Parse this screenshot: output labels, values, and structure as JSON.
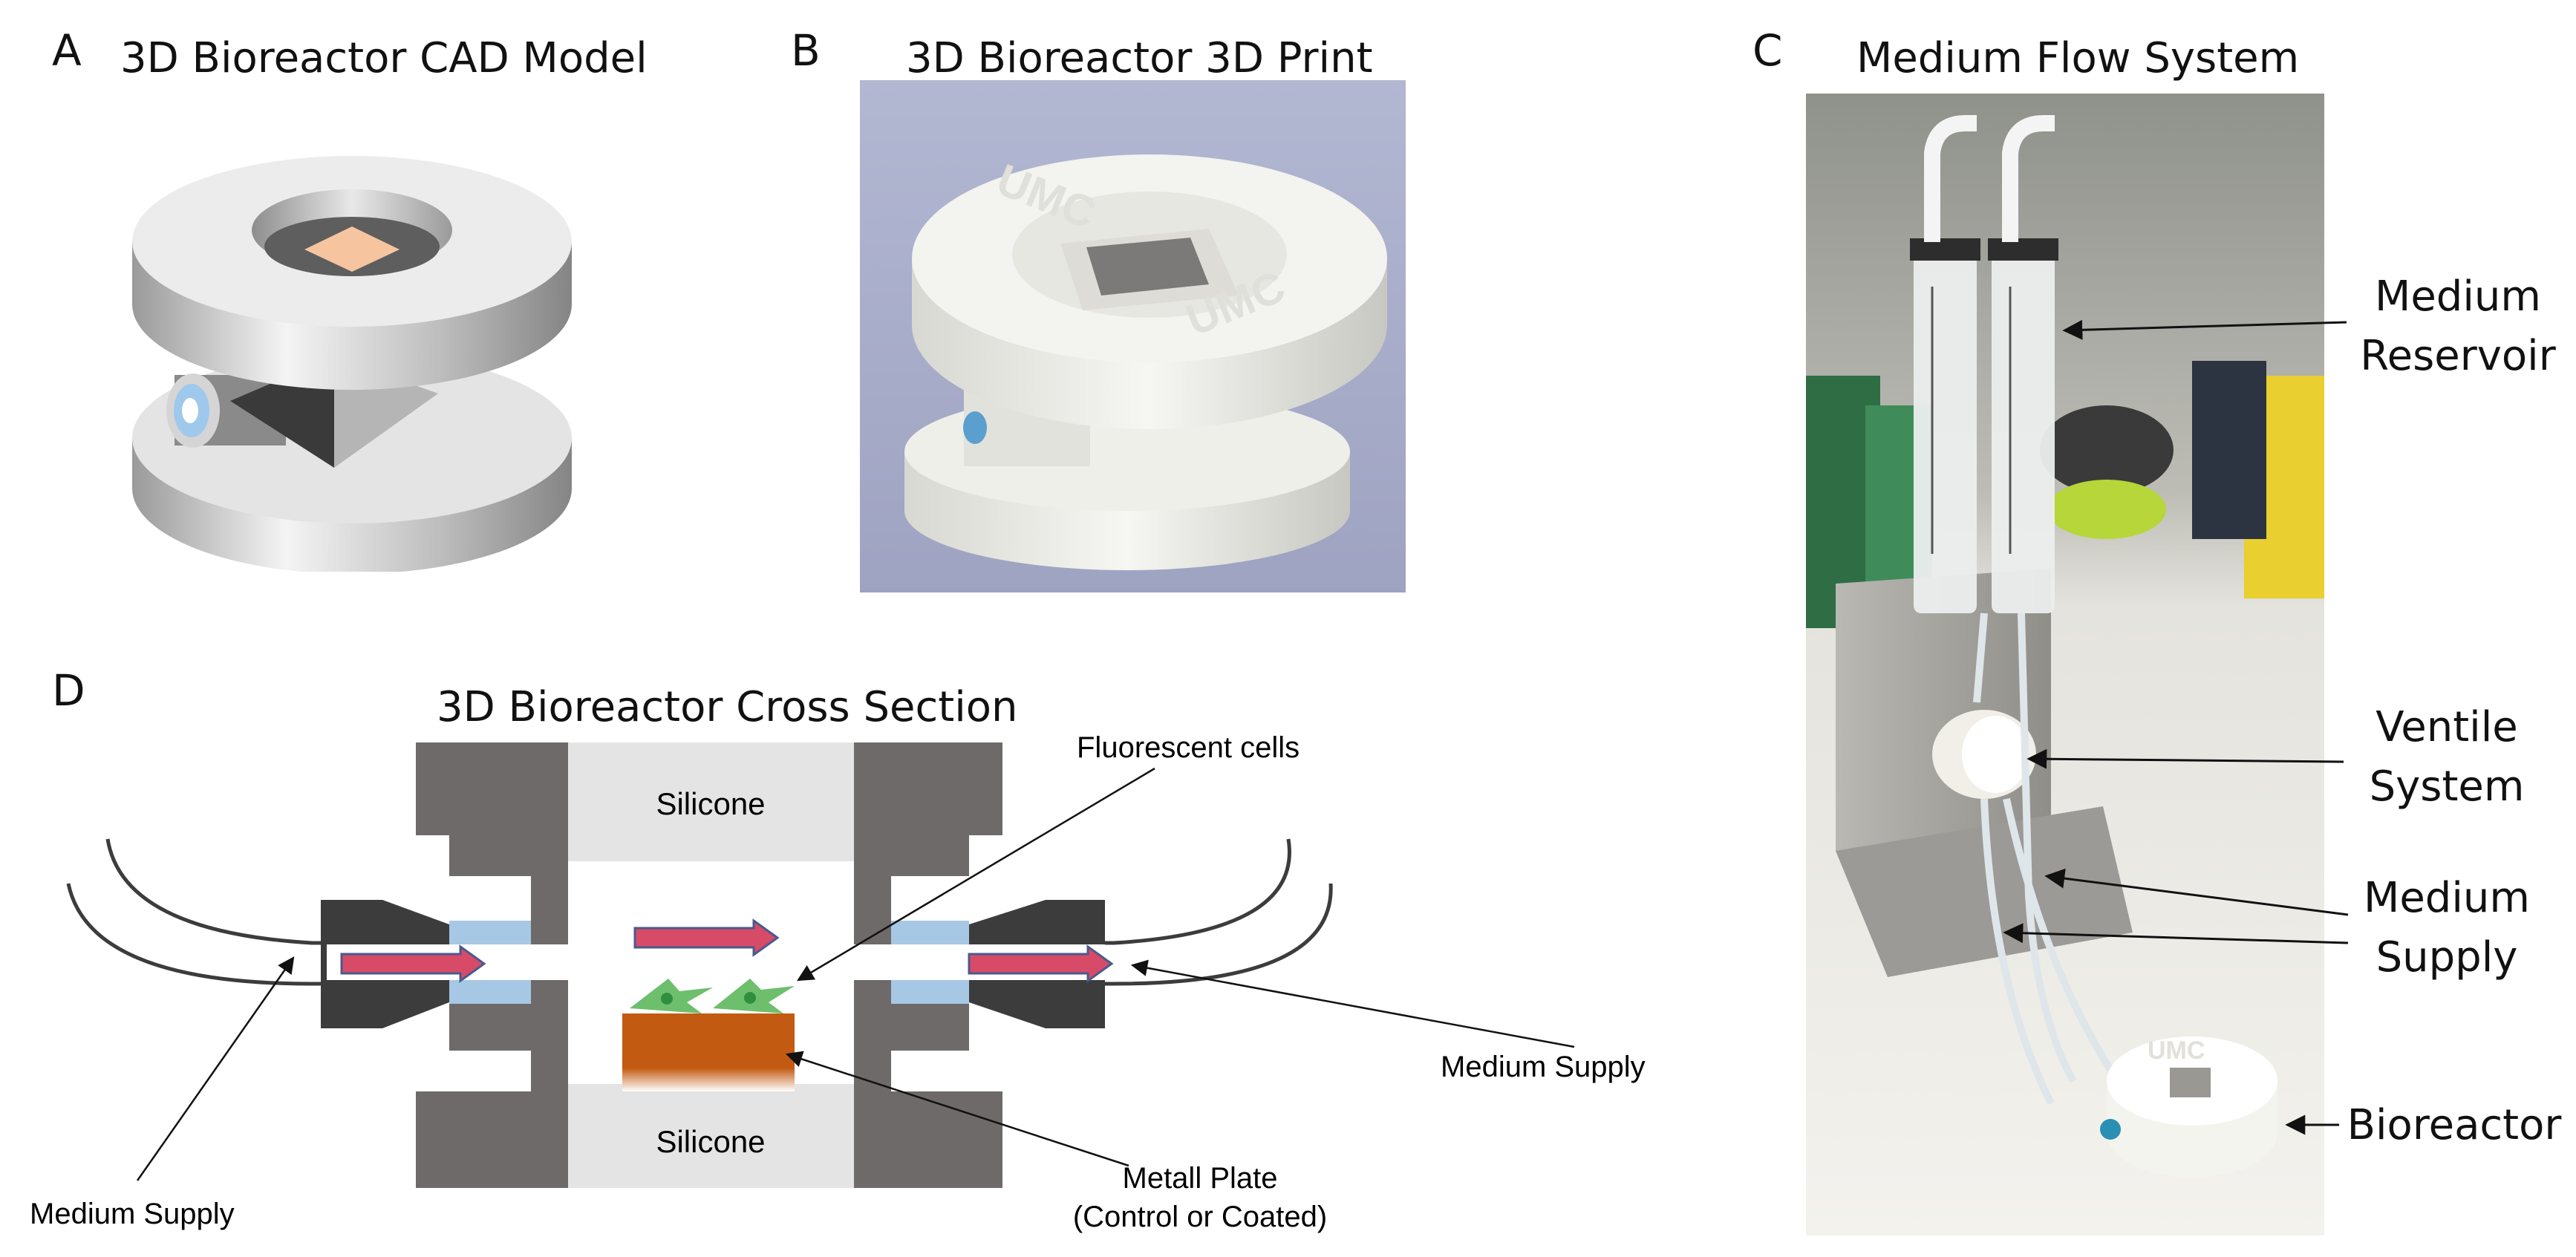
{
  "panels": {
    "a": {
      "letter": "A",
      "title": "3D Bioreactor CAD Model"
    },
    "b": {
      "letter": "B",
      "title": "3D Bioreactor 3D Print",
      "print_text": "UMC"
    },
    "c": {
      "letter": "C",
      "title": "Medium Flow System"
    },
    "d": {
      "letter": "D",
      "title": "3D Bioreactor Cross Section"
    }
  },
  "cross_section": {
    "silicone_top": "Silicone",
    "silicone_bottom": "Silicone",
    "fluorescent_cells": "Fluorescent cells",
    "metal_plate_line1": "Metall Plate",
    "metal_plate_line2": "(Control or Coated)",
    "medium_supply_left": "Medium Supply",
    "medium_supply_right": "Medium Supply"
  },
  "photo_labels": {
    "reservoir_line1": "Medium",
    "reservoir_line2": "Reservoir",
    "ventile_line1": "Ventile",
    "ventile_line2": "System",
    "supply_line1": "Medium",
    "supply_line2": "Supply",
    "bioreactor": "Bioreactor",
    "print_text": "UMC"
  },
  "colors": {
    "frame": "#6e6a69",
    "frame_dark": "#3c3c3c",
    "silicone": "#e4e4e4",
    "window": "#a6c8e4",
    "arrow": "#d74b69",
    "arrow_edge": "#4a5a8c",
    "cell": "#6dbf6d",
    "plate": "#c35a12",
    "sample": "#f7c4a0"
  }
}
